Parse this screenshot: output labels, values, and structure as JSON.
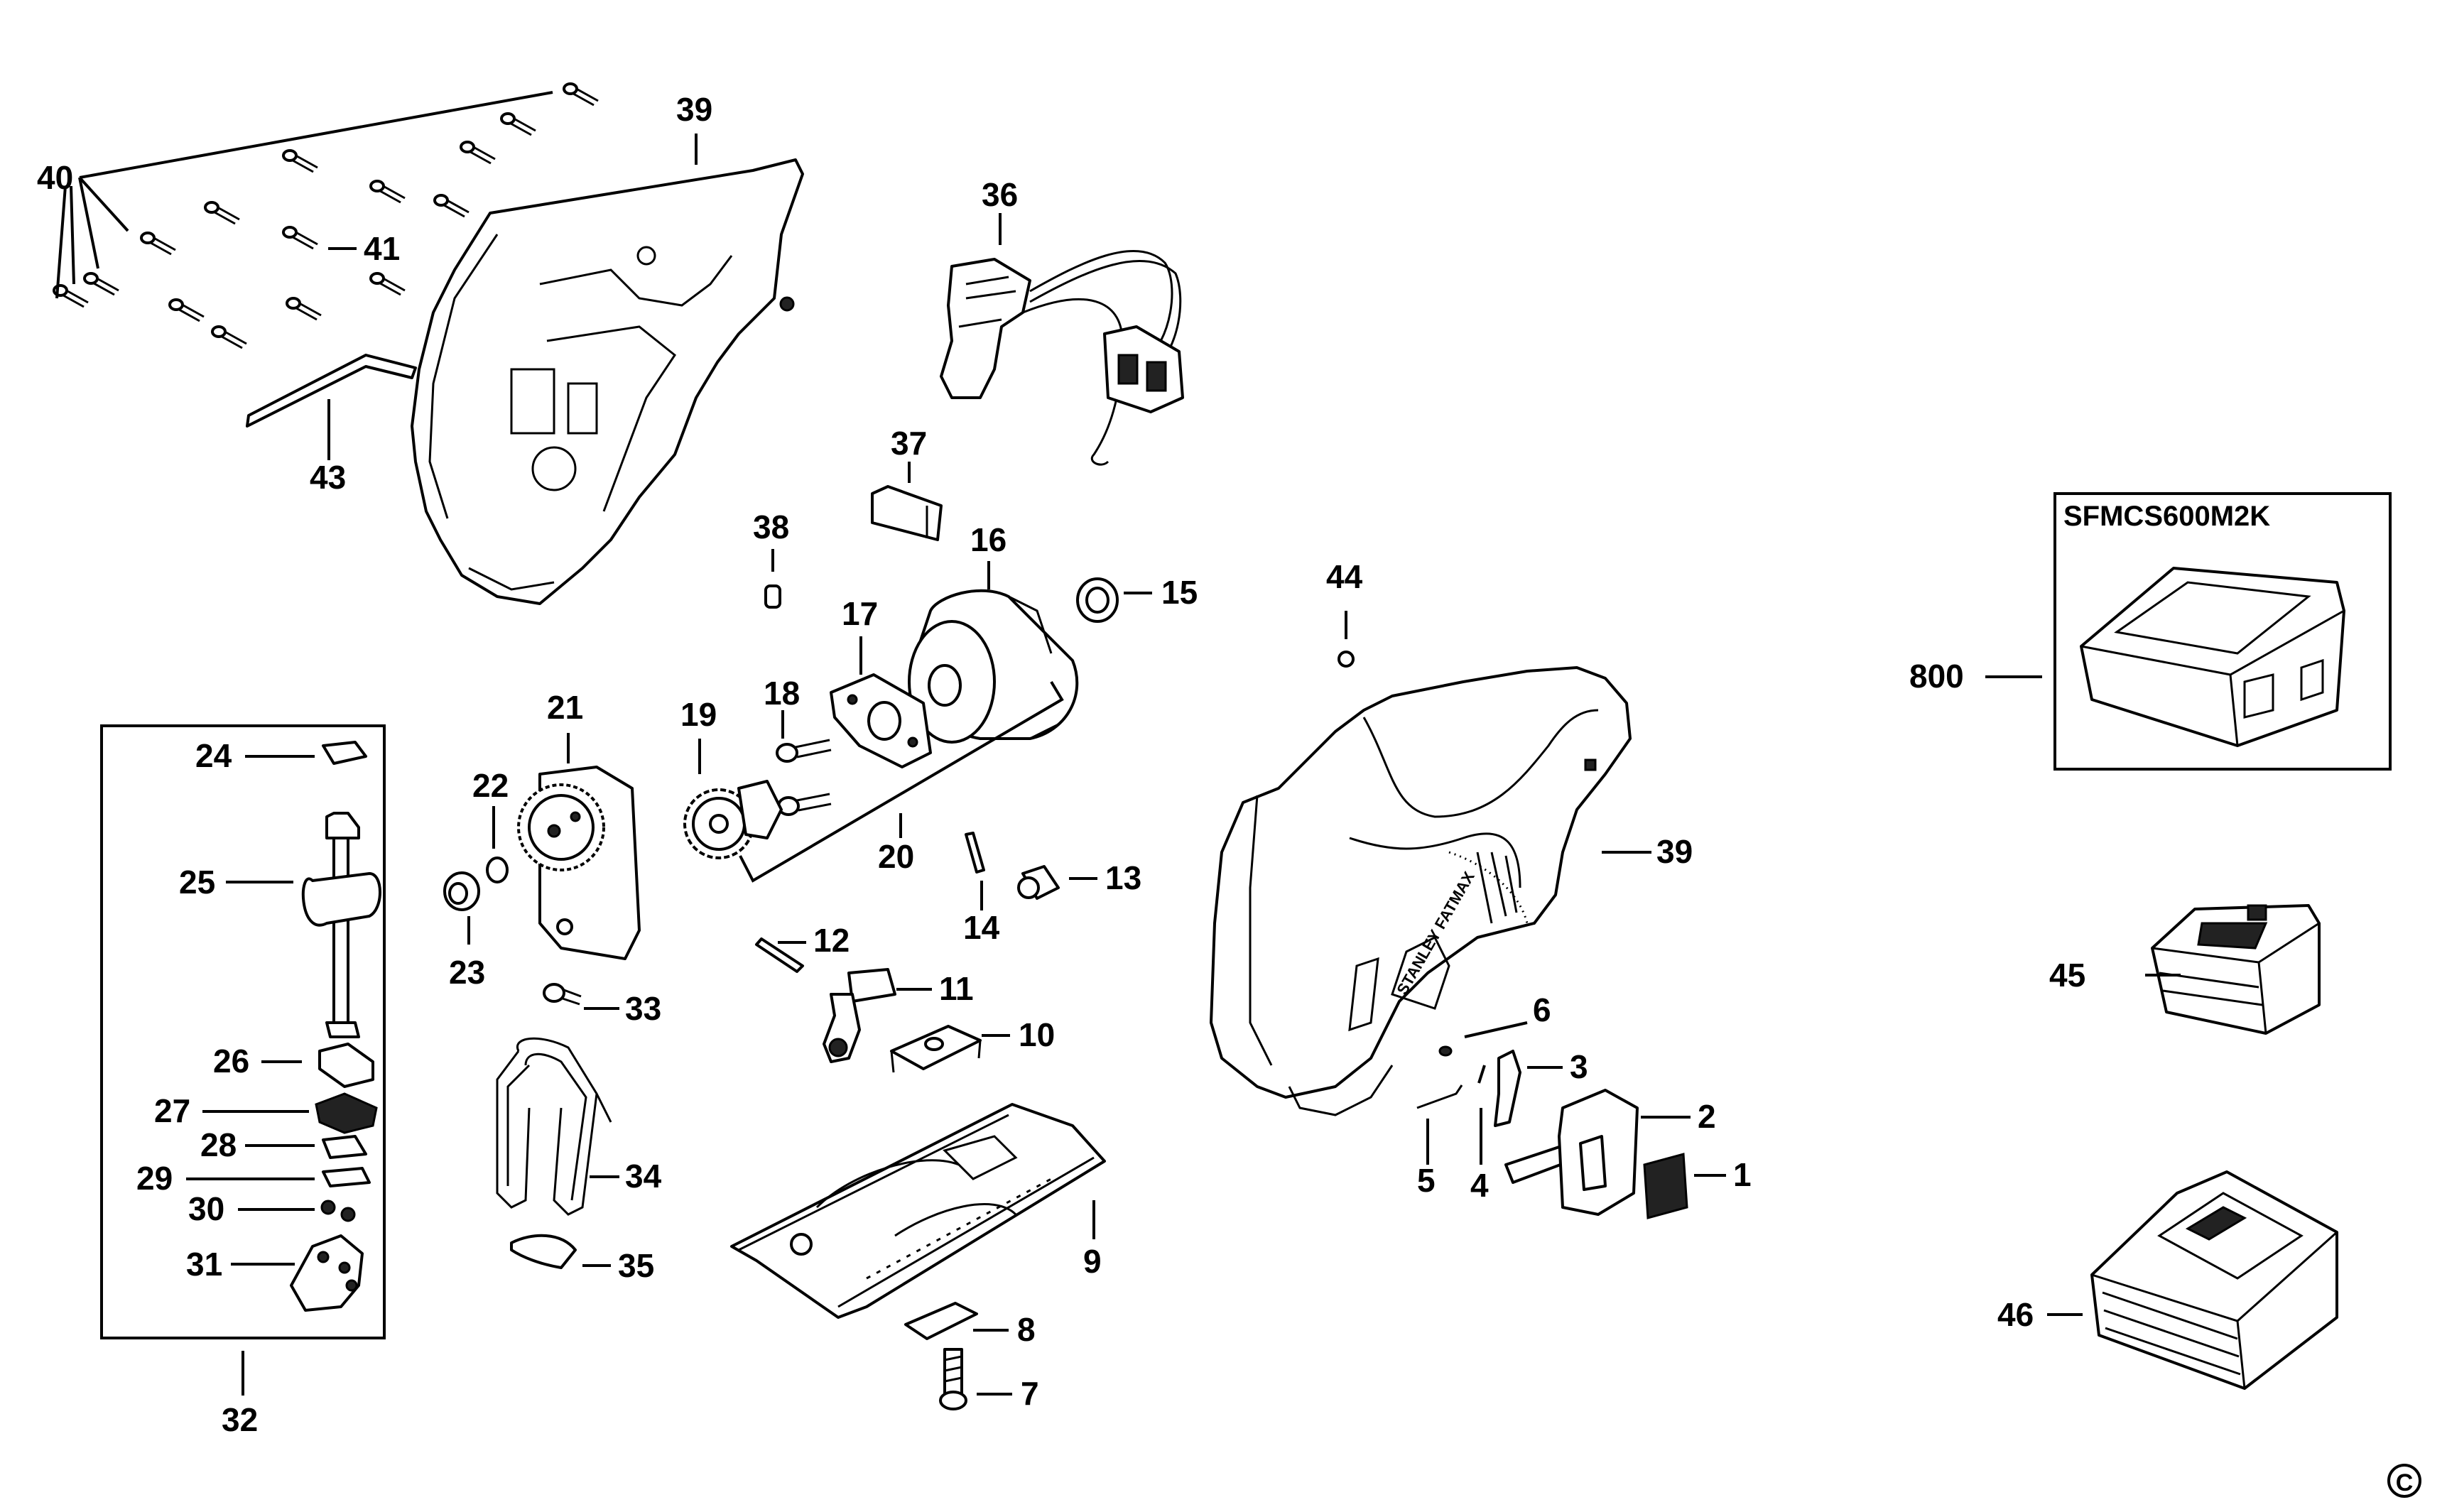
{
  "labels": {
    "l1": "1",
    "l2": "2",
    "l3": "3",
    "l4": "4",
    "l5": "5",
    "l6": "6",
    "l7": "7",
    "l8": "8",
    "l9": "9",
    "l10": "10",
    "l11": "11",
    "l12": "12",
    "l13": "13",
    "l14": "14",
    "l15": "15",
    "l16": "16",
    "l17": "17",
    "l18": "18",
    "l19": "19",
    "l20": "20",
    "l21": "21",
    "l22": "22",
    "l23": "23",
    "l24": "24",
    "l25": "25",
    "l26": "26",
    "l27": "27",
    "l28": "28",
    "l29": "29",
    "l30": "30",
    "l31": "31",
    "l32": "32",
    "l33": "33",
    "l34": "34",
    "l35": "35",
    "l36": "36",
    "l37": "37",
    "l38": "38",
    "l39a": "39",
    "l39b": "39",
    "l40": "40",
    "l41": "41",
    "l43": "43",
    "l44": "44",
    "l45": "45",
    "l46": "46",
    "l800": "800"
  },
  "kit_model": "SFMCS600M2K",
  "copyright_symbol": "C",
  "brand_mark": "STANLEY FATMAX",
  "colors": {
    "ink": "#000000",
    "paper": "#ffffff"
  }
}
